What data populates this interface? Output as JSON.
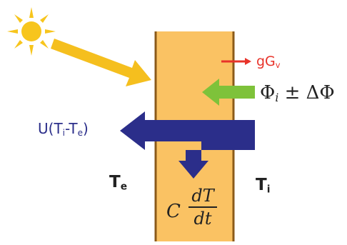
{
  "labels": {
    "ggv": {
      "main": "gG",
      "sub": "v"
    },
    "phi": {
      "symbol": "Φ",
      "sub": "i",
      "rest": " ± ΔΦ"
    },
    "u_flux": {
      "pre": "U(T",
      "sub1": "i",
      "mid": "-T",
      "sub2": "e",
      "post": ")"
    },
    "te": {
      "main": "T",
      "sub": "e"
    },
    "ti": {
      "main": "T",
      "sub": "i"
    },
    "capacity": {
      "coef": "C",
      "num": "dT",
      "den": "dt"
    }
  },
  "colors": {
    "wall": "#fac263",
    "wall_edge": "#8a5a1a",
    "sun": "#f7c51d",
    "sun_arrow": "#f5bf1e",
    "heat_arrow": "#2b2e8a",
    "gain_arrow": "#7ec23a",
    "ggv": "#e8332a",
    "text_dark": "#222222"
  }
}
